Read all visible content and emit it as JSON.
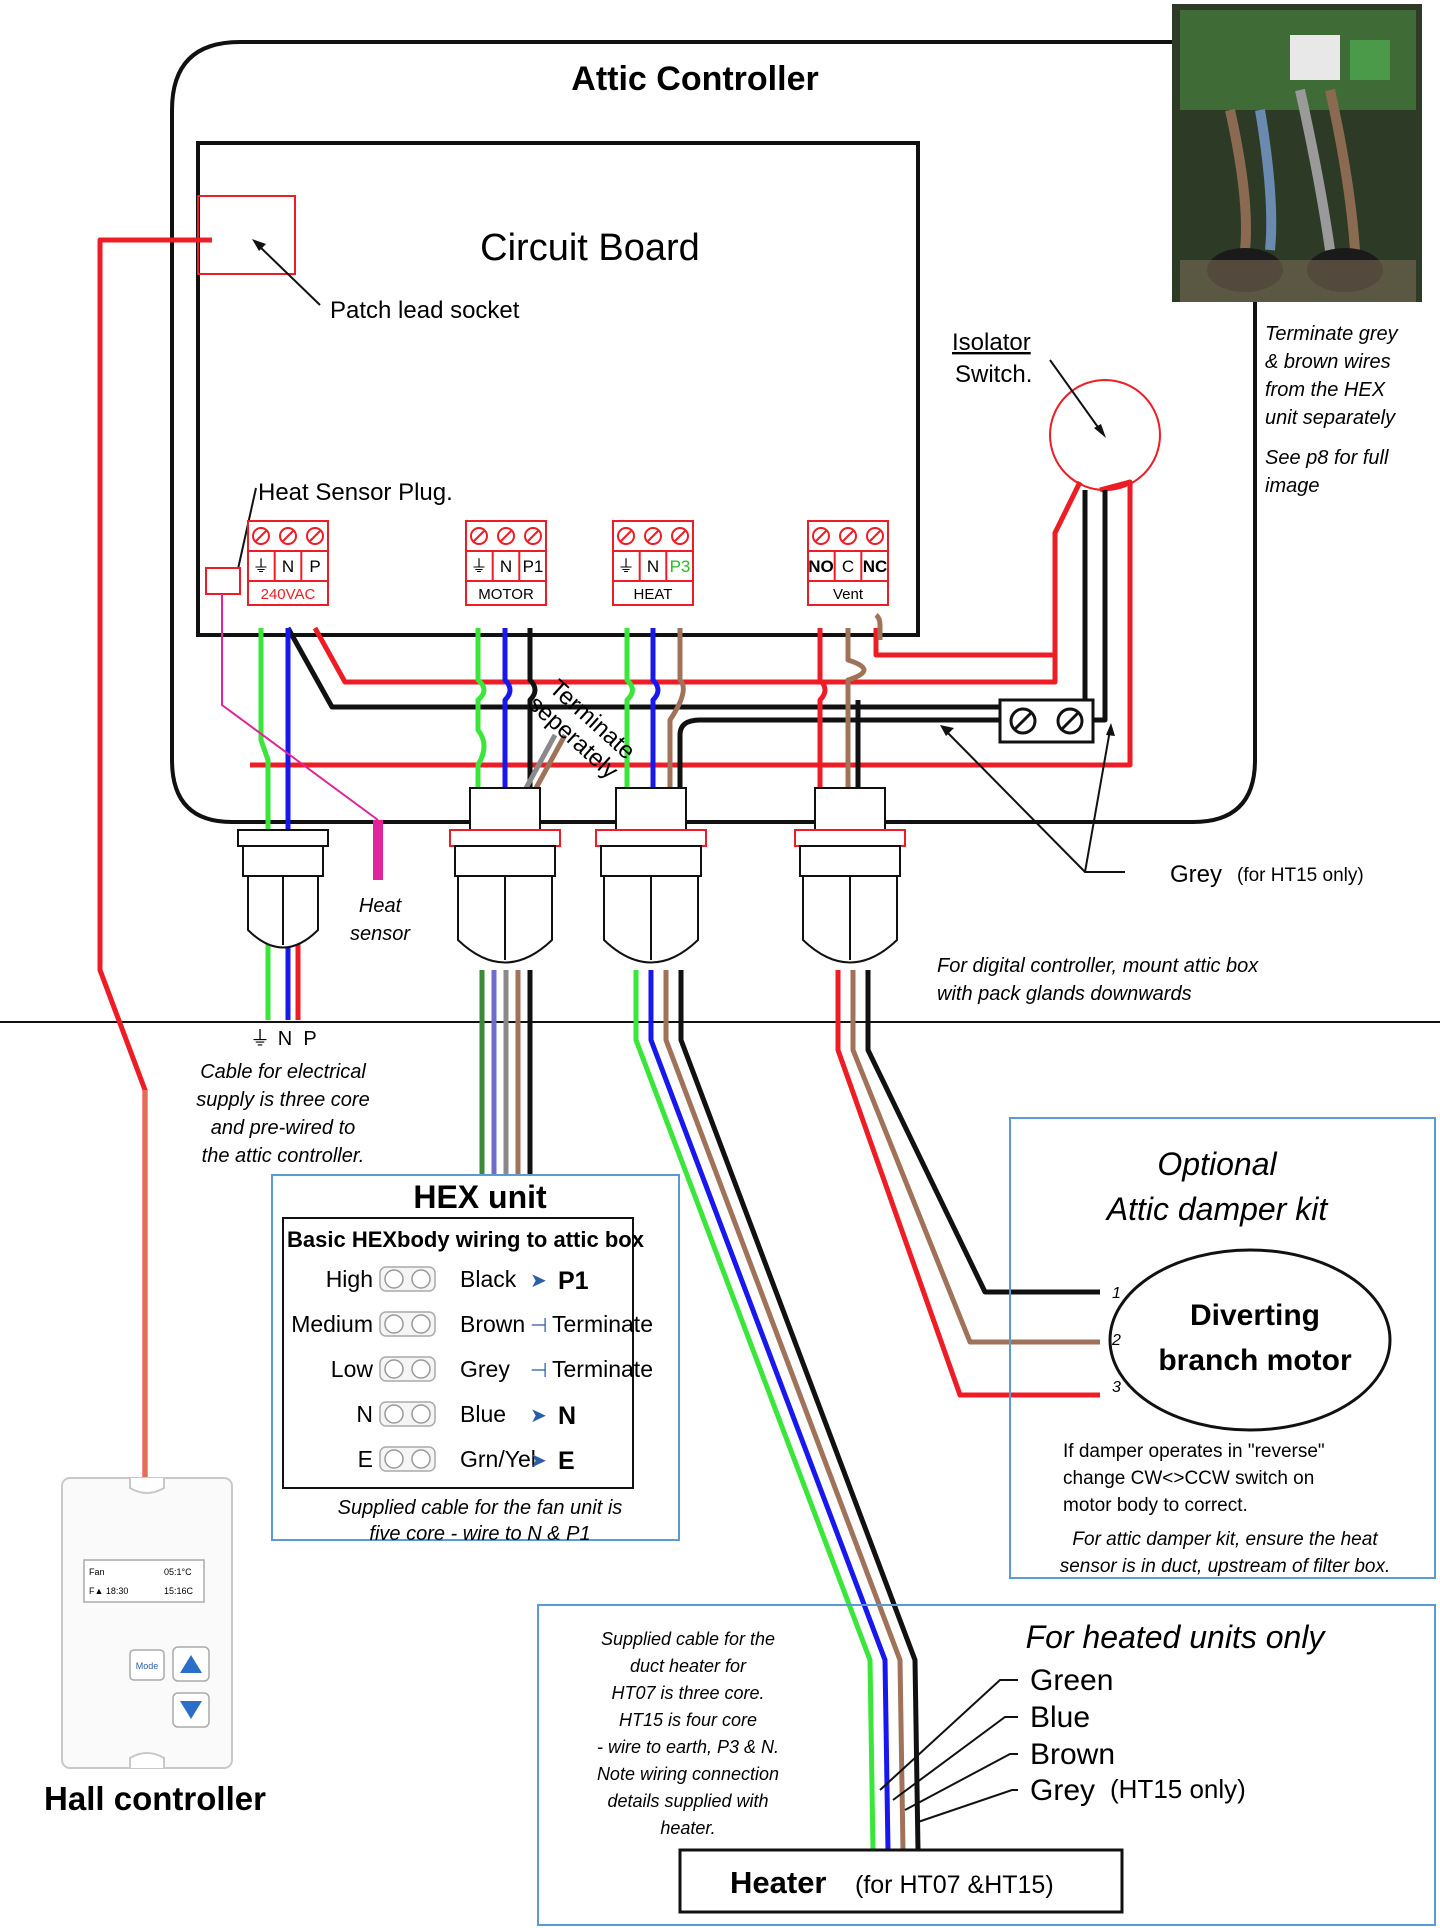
{
  "attic_controller": {
    "title": "Attic Controller",
    "circuit_board": "Circuit Board",
    "patch_lead_socket": "Patch lead socket",
    "heat_sensor_plug": "Heat Sensor Plug.",
    "isolator_switch_line1": "Isolator",
    "isolator_switch_line2": "Switch.",
    "terminate_separately_line1": "Terminate",
    "terminate_separately_line2": "seperately",
    "heat_sensor_line1": "Heat",
    "heat_sensor_line2": "sensor",
    "grey_label": "Grey",
    "grey_note": "(for HT15 only)",
    "mount_note_line1": "For digital controller, mount attic box",
    "mount_note_line2": "with pack glands downwards"
  },
  "terminal_blocks": [
    {
      "id": "240vac",
      "pins": [
        "⏚",
        "N",
        "P"
      ],
      "label": "240VAC"
    },
    {
      "id": "motor",
      "pins": [
        "⏚",
        "N",
        "P1"
      ],
      "label": "MOTOR"
    },
    {
      "id": "heat",
      "pins": [
        "⏚",
        "N",
        "P3"
      ],
      "label": "HEAT"
    },
    {
      "id": "vent",
      "pins": [
        "NO",
        "C",
        "NC"
      ],
      "label": "Vent"
    }
  ],
  "photo_note": {
    "line1": "Terminate grey",
    "line2": "& brown wires",
    "line3": "from the HEX",
    "line4": "unit separately",
    "line5": "See p8 for full",
    "line6": "image"
  },
  "supply": {
    "pins": [
      "⏚",
      "N",
      "P"
    ],
    "note_line1": "Cable for electrical",
    "note_line2": "supply is three core",
    "note_line3": "and pre-wired to",
    "note_line4": "the attic controller."
  },
  "hex_unit": {
    "title": "HEX unit",
    "subtitle": "Basic HEXbody wiring to attic box",
    "rows": [
      {
        "speed": "High",
        "colour": "Black",
        "arrow": "➤",
        "target": "P1",
        "target_bold": true
      },
      {
        "speed": "Medium",
        "colour": "Brown",
        "arrow": "⊣",
        "target": "Terminate",
        "target_bold": false
      },
      {
        "speed": "Low",
        "colour": "Grey",
        "arrow": "⊣",
        "target": "Terminate",
        "target_bold": false
      },
      {
        "speed": "N",
        "colour": "Blue",
        "arrow": "➤",
        "target": "N",
        "target_bold": true
      },
      {
        "speed": "E",
        "colour": "Grn/Yel",
        "arrow": "➤",
        "target": "E",
        "target_bold": true
      }
    ],
    "note_line1": "Supplied cable for the fan unit is",
    "note_line2": "five core - wire to N & P1"
  },
  "damper_kit": {
    "title_line1": "Optional",
    "title_line2": "Attic damper kit",
    "motor_line1": "Diverting",
    "motor_line2": "branch motor",
    "pin_numbers": [
      "1",
      "2",
      "3"
    ],
    "reverse_note_line1": "If damper operates in \"reverse\"",
    "reverse_note_line2": "change CW<>CCW switch on",
    "reverse_note_line3": "motor body to correct.",
    "sensor_note_line1": "For attic damper kit, ensure the heat",
    "sensor_note_line2": "sensor is in duct, upstream of filter box."
  },
  "hall_controller": {
    "label": "Hall controller",
    "screen_line1_left": "Fan",
    "screen_line1_right": "05:1°C",
    "screen_line2_left": "F▲  18:30",
    "screen_line2_right": "15:16C",
    "mode_button": "Mode"
  },
  "heated_units": {
    "title": "For heated units only",
    "cable_note": [
      "Supplied cable for the",
      "duct heater for",
      "HT07 is three core.",
      "HT15 is four core",
      "- wire to earth,  P3 & N.",
      "Note wiring connection",
      "details supplied with",
      "heater."
    ],
    "wires": [
      "Green",
      "Blue",
      "Brown",
      "Grey"
    ],
    "grey_note": "(HT15 only)",
    "heater_label": "Heater",
    "heater_note": "(for HT07 &HT15)"
  },
  "colors": {
    "red": "#ee1c24",
    "green": "#39e639",
    "blue": "#1818ee",
    "brown": "#a0725a",
    "black": "#111111",
    "grey": "#8a8a8a",
    "magenta": "#e0249a",
    "box_border": "#5b9bd5"
  }
}
